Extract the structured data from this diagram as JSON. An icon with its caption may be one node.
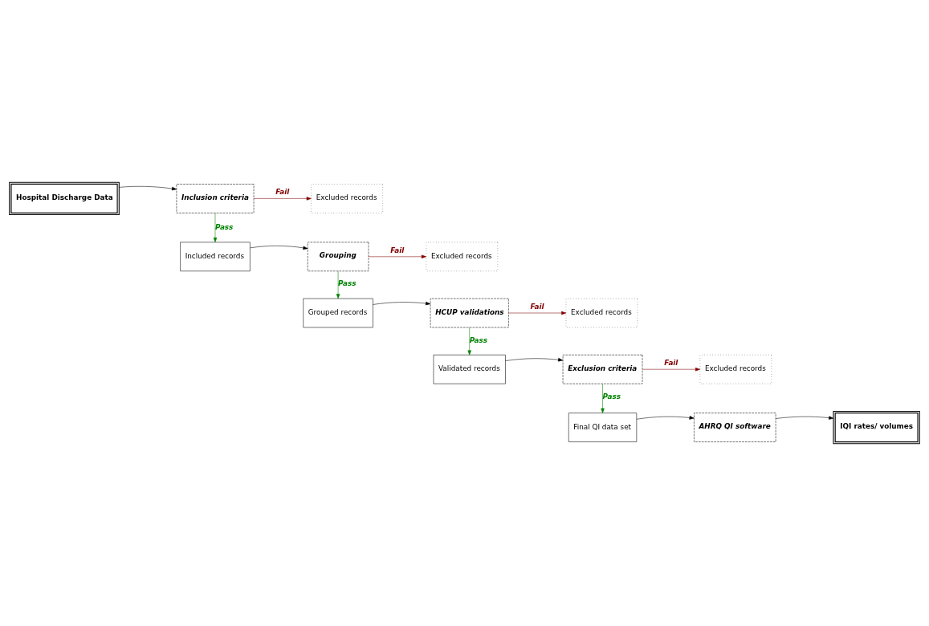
{
  "diagram": {
    "nodes": [
      {
        "text": [
          "Hospital Discharge Data"
        ]
      },
      {
        "text": [
          "Inclusion criteria"
        ]
      },
      {
        "text": [
          "Excluded records"
        ]
      },
      {
        "text": [
          "Included records"
        ]
      },
      {
        "text": [
          "Grouping"
        ]
      },
      {
        "text": [
          "Excluded records"
        ]
      },
      {
        "text": [
          "Grouped records"
        ]
      },
      {
        "text": [
          "HCUP validations"
        ]
      },
      {
        "text": [
          "Excluded records"
        ]
      },
      {
        "text": [
          "Validated records"
        ]
      },
      {
        "text": [
          "Exclusion criteria"
        ]
      },
      {
        "text": [
          "Excluded records"
        ]
      },
      {
        "text": [
          "Final QI data set"
        ]
      },
      {
        "text": [
          "AHRQ QI software"
        ]
      },
      {
        "text": [
          "IQI rates/ volumes"
        ]
      }
    ],
    "edges": [
      {
        "from": 0,
        "to": 1,
        "arrow": "to"
      },
      {
        "from": 1,
        "to": 2,
        "arrow": "to",
        "label": "Fail",
        "color": "#800000"
      },
      {
        "from": 1,
        "to": 3,
        "arrow": "to",
        "label": "Pass",
        "color": "#008000"
      },
      {
        "from": 3,
        "to": 4,
        "arrow": "to"
      },
      {
        "from": 4,
        "to": 5,
        "arrow": "to",
        "label": "Fail",
        "color": "#800000"
      },
      {
        "from": 4,
        "to": 6,
        "arrow": "to",
        "label": "Pass",
        "color": "#008000"
      },
      {
        "from": 6,
        "to": 7,
        "arrow": "to"
      },
      {
        "from": 7,
        "to": 8,
        "arrow": "to",
        "label": "Fail",
        "color": "#800000"
      },
      {
        "from": 7,
        "to": 9,
        "arrow": "to",
        "label": "Pass",
        "color": "#008000"
      },
      {
        "from": 9,
        "to": 10,
        "arrow": "to"
      },
      {
        "from": 10,
        "to": 11,
        "arrow": "to",
        "label": "Fail",
        "color": "#800000"
      },
      {
        "from": 10,
        "to": 12,
        "arrow": "to",
        "label": "Pass",
        "color": "#008000"
      },
      {
        "from": 12,
        "to": 13,
        "arrow": "to"
      },
      {
        "from": 13,
        "to": 14,
        "arrow": "to"
      }
    ]
  }
}
